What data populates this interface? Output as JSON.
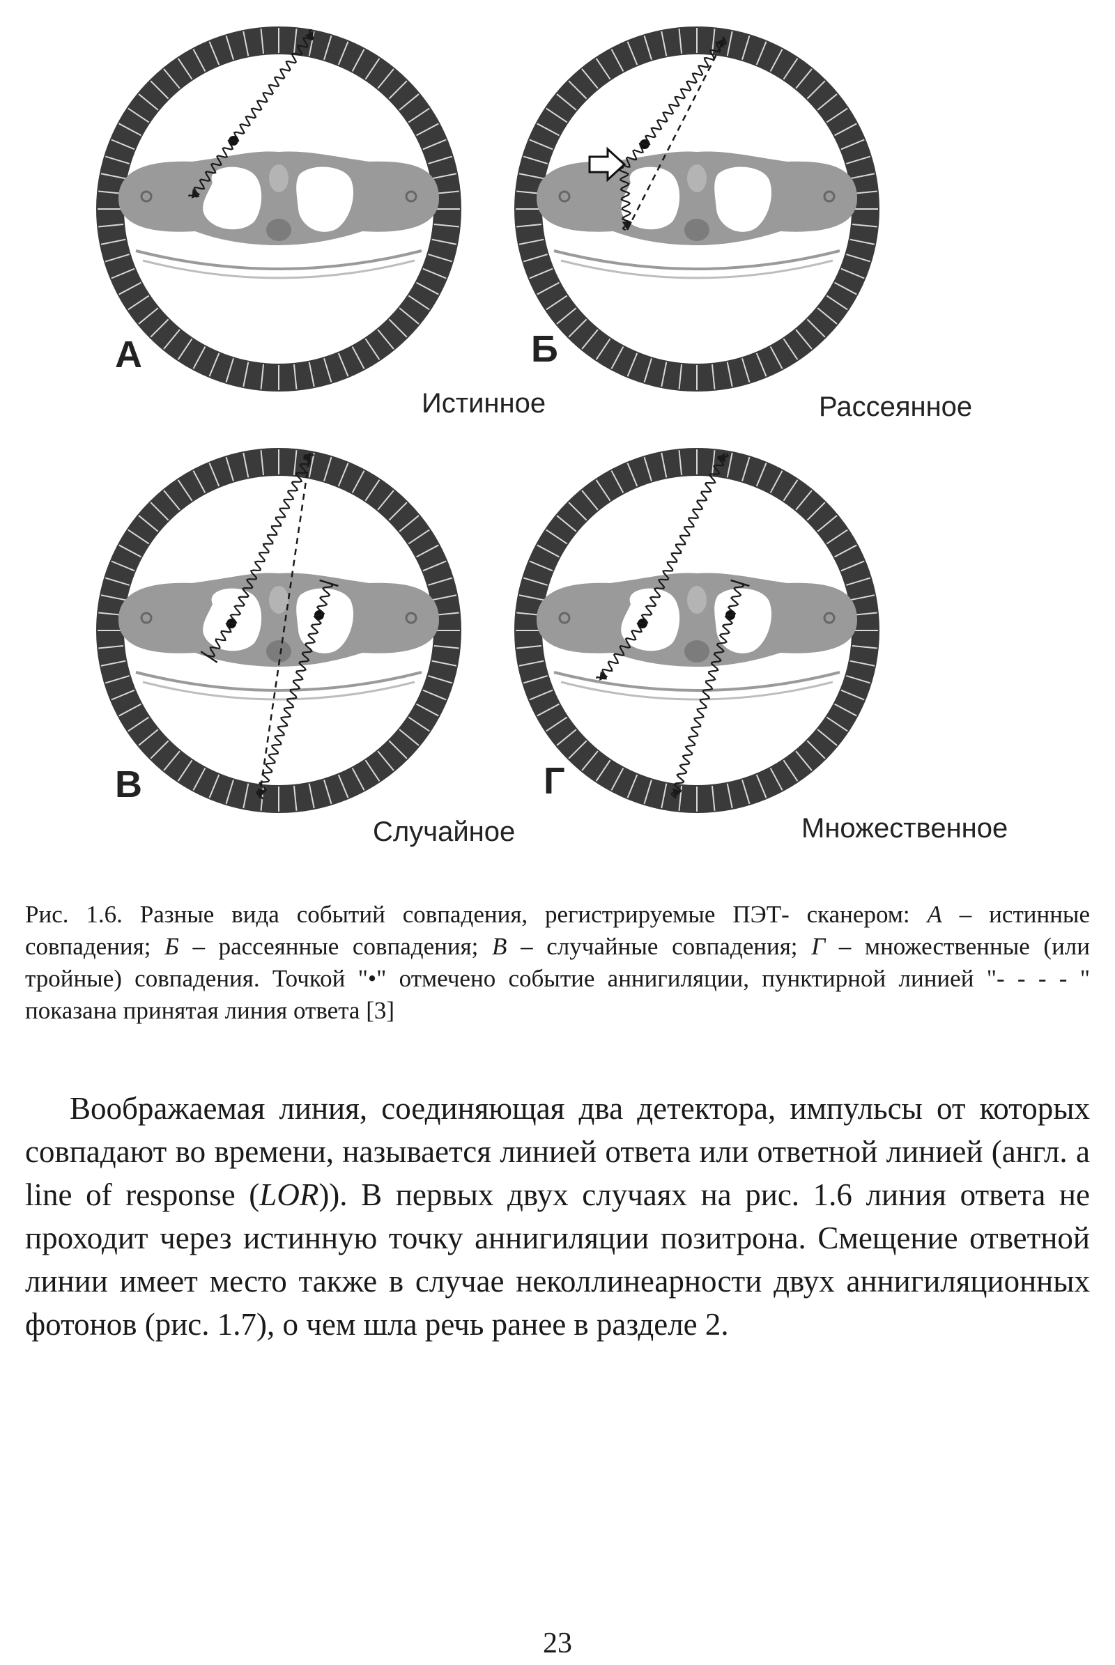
{
  "figure": {
    "panels": [
      {
        "letter": "А",
        "caption": "Истинное"
      },
      {
        "letter": "Б",
        "caption": "Рассеянное"
      },
      {
        "letter": "В",
        "caption": "Случайное"
      },
      {
        "letter": "Г",
        "caption": "Множественное"
      }
    ],
    "colors": {
      "ring": "#3a3a3a",
      "tissue": "#9a9a9a",
      "lung": "#ffffff",
      "line": "#1a1a1a"
    }
  },
  "caption": {
    "segments": [
      {
        "text": "Рис. 1.6. Разные вида событий совпадения, регистрируемые ПЭТ- сканером: ",
        "italic": false
      },
      {
        "text": "А",
        "italic": true
      },
      {
        "text": " – истинные совпадения; ",
        "italic": false
      },
      {
        "text": "Б",
        "italic": true
      },
      {
        "text": " – рассеянные совпадения; ",
        "italic": false
      },
      {
        "text": "В",
        "italic": true
      },
      {
        "text": " – случайные совпадения; ",
        "italic": false
      },
      {
        "text": "Г",
        "italic": true
      },
      {
        "text": " – множественные (или тройные) совпадения. Точкой \"•\" отмечено событие аннигиляции, пунктирной линией \"- - - - \" показана принятая линия ответа [3]",
        "italic": false
      }
    ]
  },
  "paragraph": {
    "segments": [
      {
        "text": "Воображаемая линия,  соединяющая два детектора, импульсы от которых совпадают во времени, называется линией ответа или ответной линией (англ. a line of response (",
        "italic": false
      },
      {
        "text": "LOR",
        "italic": true
      },
      {
        "text": ")). В первых двух случаях на рис. 1.6 линия ответа не проходит через истинную точку аннигиляции позитрона. Смещение ответной линии имеет место также в случае неколлинеарности двух аннигиляционных фотонов (рис. 1.7), о чем шла речь ранее в разделе 2.",
        "italic": false
      }
    ]
  },
  "page": {
    "number": "23"
  }
}
